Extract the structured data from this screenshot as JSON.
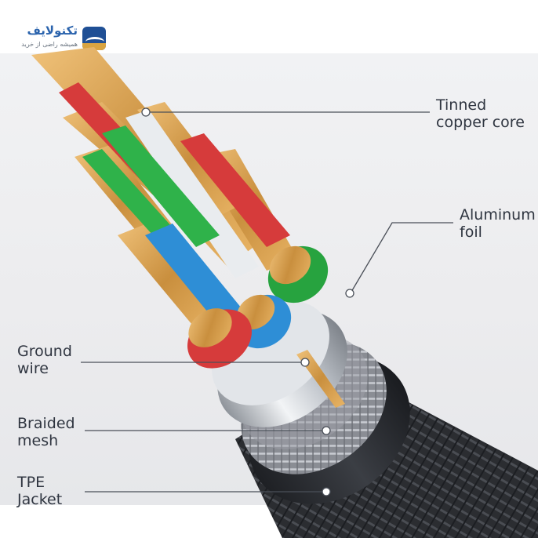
{
  "logo": {
    "brand_name": "تکنولایف",
    "tagline": "همیشه راضی از خرید",
    "icon": "technolife-logo-mark"
  },
  "labels": {
    "tinned_copper_core": [
      "Tinned",
      "copper core"
    ],
    "aluminum_foil": [
      "Aluminum",
      "foil"
    ],
    "ground_wire": [
      "Ground",
      "wire"
    ],
    "braided_mesh": [
      "Braided",
      "mesh"
    ],
    "tpe_jacket": [
      "TPE",
      "Jacket"
    ]
  },
  "colors": {
    "label_text": "#2f3540",
    "leader_line": "#4a4f58",
    "copper": "#d6a45a",
    "red": "#d63b3b",
    "green": "#2fb24a",
    "blue": "#2e8ed6",
    "white": "#e9ecef",
    "aluminum": "#c8ccd2",
    "mesh": "#8d9097",
    "jacket": "#2b2d31"
  }
}
